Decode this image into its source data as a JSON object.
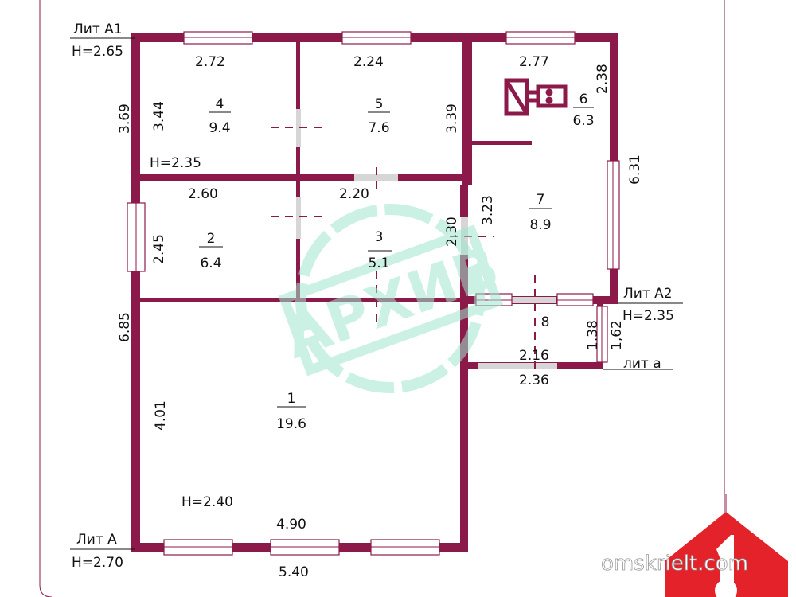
{
  "colors": {
    "wall": "#8b1a4a",
    "stamp": "#9fe6cf",
    "logo": "#e3222a"
  },
  "labels": {
    "lit_a1": "Лит А1",
    "h_a1": "Н=2.65",
    "lit_a": "Лит А",
    "h_a": "Н=2.70",
    "lit_a2": "Лит А2",
    "h_a2": "Н=2.35",
    "lit_a_small": "лит а",
    "h_room4": "Н=2.35",
    "h_room1": "Н=2.40"
  },
  "rooms": [
    {
      "num": "1",
      "area": "19.6"
    },
    {
      "num": "2",
      "area": "6.4"
    },
    {
      "num": "3",
      "area": "5.1"
    },
    {
      "num": "4",
      "area": "9.4"
    },
    {
      "num": "5",
      "area": "7.6"
    },
    {
      "num": "6",
      "area": "6.3"
    },
    {
      "num": "7",
      "area": "8.9"
    },
    {
      "num": "8",
      "area": ""
    }
  ],
  "dims": {
    "d272": "2.72",
    "d224": "2.24",
    "d277": "2.77",
    "d238": "2.38",
    "d369": "3.69",
    "d344": "3.44",
    "d339": "3.39",
    "d631": "6.31",
    "d260": "2.60",
    "d220": "2.20",
    "d230": "2.30",
    "d323": "3.23",
    "d245": "2.45",
    "d685": "6.85",
    "d401": "4.01",
    "d138": "1.38",
    "d162": "1,62",
    "d216": "2.16",
    "d236": "2.36",
    "d490": "4.90",
    "d540": "5.40"
  },
  "stamp_text": "АРХИВ",
  "watermark": "omskrielt.com"
}
